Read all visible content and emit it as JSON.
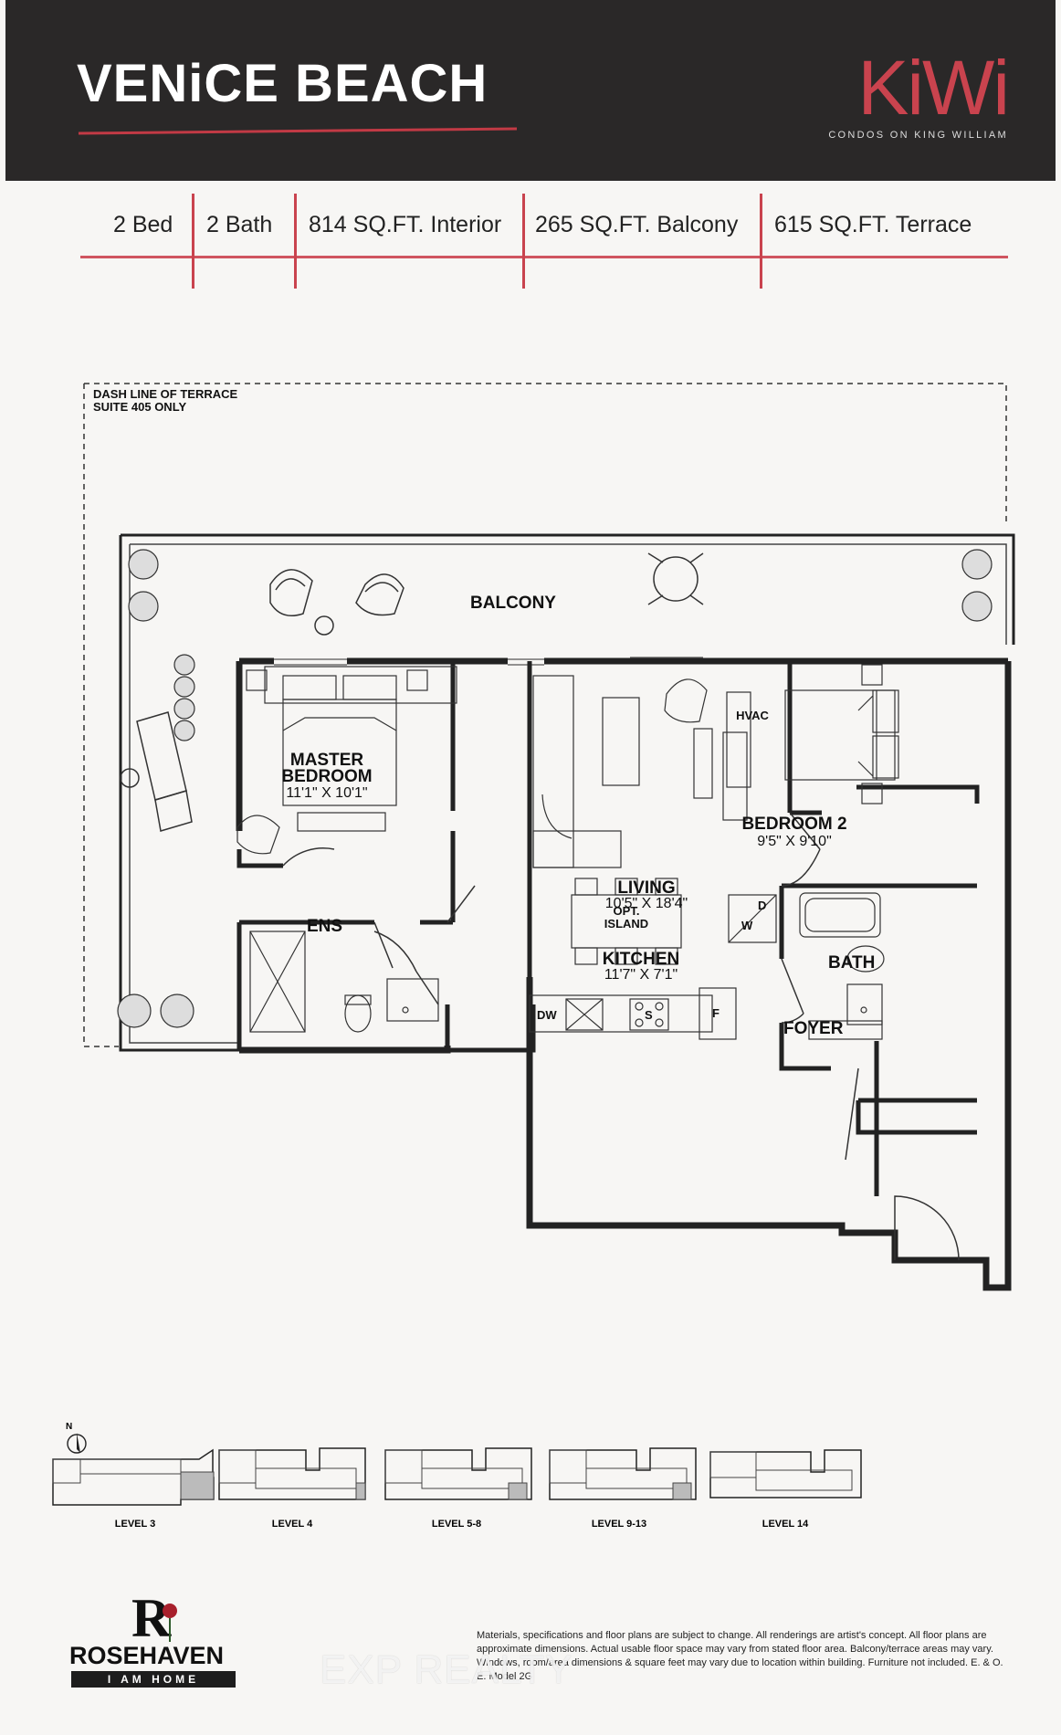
{
  "header": {
    "title": "VENiCE BEACH",
    "brand_logo": "KiWi",
    "brand_sub": "CONDOS ON KING WILLIAM"
  },
  "stats": [
    "2 Bed",
    "2 Bath",
    "814 SQ.FT. Interior",
    "265 SQ.FT. Balcony",
    "615 SQ.FT. Terrace"
  ],
  "plan": {
    "terrace_note_1": "DASH LINE OF TERRACE",
    "terrace_note_2": "SUITE 405 ONLY",
    "balcony": "BALCONY",
    "master_1": "MASTER",
    "master_2": "BEDROOM",
    "master_dim": "11'1\" X 10'1\"",
    "ens": "ENS",
    "living": "LIVING",
    "living_dim": "10'5\" X 18'4\"",
    "bedroom2": "BEDROOM 2",
    "bedroom2_dim": "9'5\" X 9'10\"",
    "hvac": "HVAC",
    "bath": "BATH",
    "w": "W",
    "d": "D",
    "opt": "OPT.",
    "island": "ISLAND",
    "kitchen": "KITCHEN",
    "kitchen_dim": "11'7\" X 7'1\"",
    "dw": "DW",
    "s": "S",
    "f": "F",
    "foyer": "FOYER"
  },
  "keyplans": {
    "north": "N",
    "levels": [
      "LEVEL 3",
      "LEVEL 4",
      "LEVEL 5-8",
      "LEVEL 9-13",
      "LEVEL 14"
    ]
  },
  "footer": {
    "logo_word": "ROSEHAVEN",
    "tagline": "I AM HOME",
    "disclaimer": "Materials, specifications and floor plans are subject to change. All renderings are artist's concept. All floor plans are approximate dimensions. Actual usable floor space may vary from stated floor area. Balcony/terrace areas may vary. Windows, room/area dimensions & square feet may vary due to location within building. Furniture not included. E. & O. E. Model 2G",
    "watermark": "EXP REALTY"
  }
}
